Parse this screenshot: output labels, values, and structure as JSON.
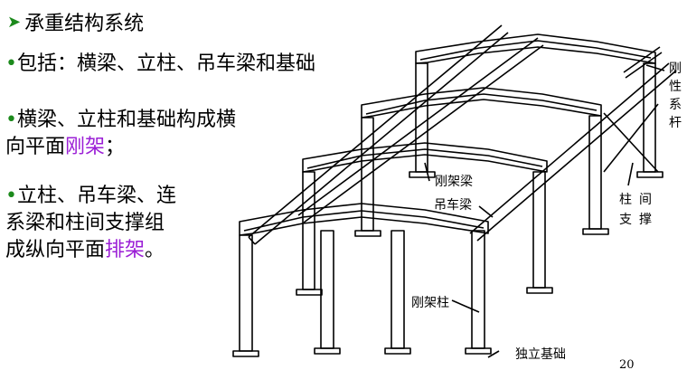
{
  "heading": {
    "arrow_icon": "arrow-right-icon",
    "text": "承重结构系统"
  },
  "bullets": [
    {
      "dot": "•",
      "text": "包括：横梁、立柱、吊车梁和基础"
    },
    {
      "dot": "•",
      "line1": "横梁、立柱和基础构成横",
      "line2_pre": "向平面",
      "line2_hl": "刚架",
      "line2_post": "；"
    },
    {
      "dot": "•",
      "line1": "立柱、吊车梁、连",
      "line2": "系梁和柱间支撑组",
      "line3_pre": "成纵向平面",
      "line3_hl": "排架",
      "line3_post": "。"
    }
  ],
  "labels": {
    "rigid_beam": "刚架梁",
    "crane_beam": "吊车梁",
    "rigid_column": "刚架柱",
    "foundation": "独立基础",
    "rigid_tie": [
      "刚",
      "性",
      "系",
      "杆"
    ],
    "bracing_col1": [
      "柱",
      "支"
    ],
    "bracing_col2": [
      "间",
      "撑"
    ]
  },
  "page_number": "20",
  "colors": {
    "highlight": "#9b1fd6",
    "bullet": "#1c8a1c"
  }
}
